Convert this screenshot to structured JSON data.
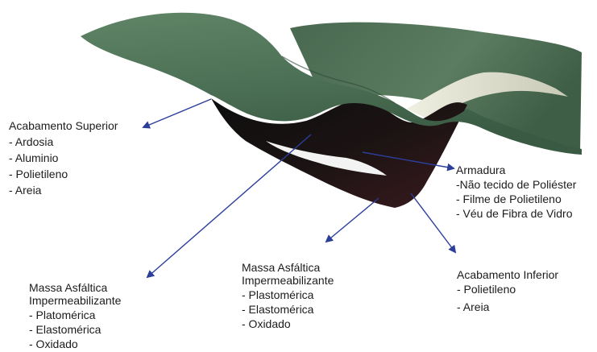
{
  "colors": {
    "membrane_green": "#4f7458",
    "membrane_green_dark": "#2f4a37",
    "underside_black": "#121212",
    "underside_red": "#3a1a1e",
    "inner_light": "#d9d9c8",
    "arrow": "#2b3e9a"
  },
  "labels": {
    "acabamento_superior": {
      "title": "Acabamento Superior",
      "items": [
        "- Ardosia",
        "- Aluminio",
        "- Polietileno",
        "- Areia"
      ]
    },
    "armadura": {
      "title": "Armadura",
      "items": [
        "-Não tecido de Poliéster",
        "- Filme de Polietileno",
        "- Véu de Fibra de Vidro"
      ]
    },
    "massa_esquerda": {
      "title_line1": "Massa Asfáltica",
      "title_line2": "Impermeabilizante",
      "items": [
        "- Platomérica",
        "- Elastomérica",
        "- Oxidado"
      ]
    },
    "massa_centro": {
      "title_line1": "Massa Asfáltica",
      "title_line2": "Impermeabilizante",
      "items": [
        "- Plastomérica",
        "- Elastomérica",
        "- Oxidado"
      ]
    },
    "acabamento_inferior": {
      "title": "Acabamento Inferior",
      "items": [
        "- Polietileno",
        "- Areia"
      ]
    }
  }
}
